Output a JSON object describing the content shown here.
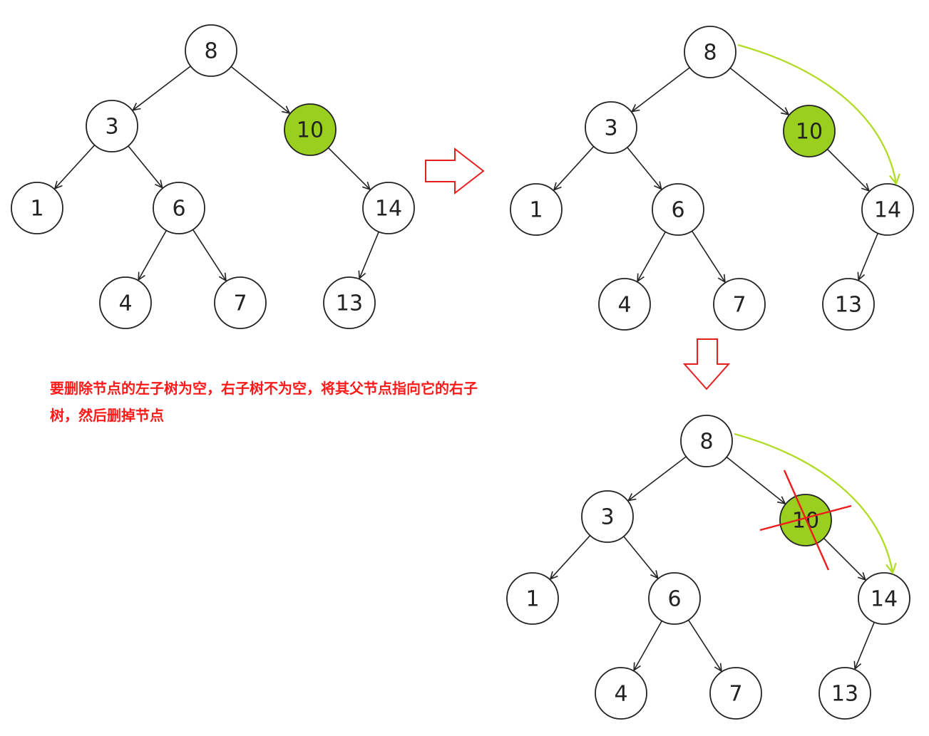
{
  "caption": {
    "text": "要删除节点的左子树为空，右子树不为空，将其父节点指向它的右子树，然后删掉节点"
  },
  "colors": {
    "highlight_node": "#9ace1f",
    "redirect_arrow": "#b2dc2a",
    "step_arrow": "#e62020",
    "strike": "#ee1c1c",
    "node_stroke": "#222222",
    "caption": "#ff1a1a"
  },
  "trees": [
    {
      "name": "before",
      "nodes": [
        {
          "id": "n8",
          "label": "8"
        },
        {
          "id": "n3",
          "label": "3"
        },
        {
          "id": "n10",
          "label": "10",
          "highlight": true
        },
        {
          "id": "n1",
          "label": "1"
        },
        {
          "id": "n6",
          "label": "6"
        },
        {
          "id": "n14",
          "label": "14"
        },
        {
          "id": "n4",
          "label": "4"
        },
        {
          "id": "n7",
          "label": "7"
        },
        {
          "id": "n13",
          "label": "13"
        }
      ],
      "edges": [
        [
          "n8",
          "n3"
        ],
        [
          "n8",
          "n10"
        ],
        [
          "n3",
          "n1"
        ],
        [
          "n3",
          "n6"
        ],
        [
          "n10",
          "n14"
        ],
        [
          "n6",
          "n4"
        ],
        [
          "n6",
          "n7"
        ],
        [
          "n14",
          "n13"
        ]
      ],
      "redirect": false,
      "deleted": false
    },
    {
      "name": "redirect",
      "nodes": [
        {
          "id": "n8",
          "label": "8"
        },
        {
          "id": "n3",
          "label": "3"
        },
        {
          "id": "n10",
          "label": "10",
          "highlight": true
        },
        {
          "id": "n1",
          "label": "1"
        },
        {
          "id": "n6",
          "label": "6"
        },
        {
          "id": "n14",
          "label": "14"
        },
        {
          "id": "n4",
          "label": "4"
        },
        {
          "id": "n7",
          "label": "7"
        },
        {
          "id": "n13",
          "label": "13"
        }
      ],
      "edges": [
        [
          "n8",
          "n3"
        ],
        [
          "n8",
          "n10"
        ],
        [
          "n3",
          "n1"
        ],
        [
          "n3",
          "n6"
        ],
        [
          "n10",
          "n14"
        ],
        [
          "n6",
          "n4"
        ],
        [
          "n6",
          "n7"
        ],
        [
          "n14",
          "n13"
        ]
      ],
      "redirect": true,
      "deleted": false
    },
    {
      "name": "after",
      "nodes": [
        {
          "id": "n8",
          "label": "8"
        },
        {
          "id": "n3",
          "label": "3"
        },
        {
          "id": "n10",
          "label": "10",
          "highlight": true
        },
        {
          "id": "n1",
          "label": "1"
        },
        {
          "id": "n6",
          "label": "6"
        },
        {
          "id": "n14",
          "label": "14"
        },
        {
          "id": "n4",
          "label": "4"
        },
        {
          "id": "n7",
          "label": "7"
        },
        {
          "id": "n13",
          "label": "13"
        }
      ],
      "edges": [
        [
          "n8",
          "n3"
        ],
        [
          "n8",
          "n10"
        ],
        [
          "n3",
          "n1"
        ],
        [
          "n3",
          "n6"
        ],
        [
          "n10",
          "n14"
        ],
        [
          "n6",
          "n4"
        ],
        [
          "n6",
          "n7"
        ],
        [
          "n14",
          "n13"
        ]
      ],
      "redirect": true,
      "deleted": true
    }
  ],
  "step_arrows": [
    {
      "direction": "right"
    },
    {
      "direction": "down"
    }
  ]
}
